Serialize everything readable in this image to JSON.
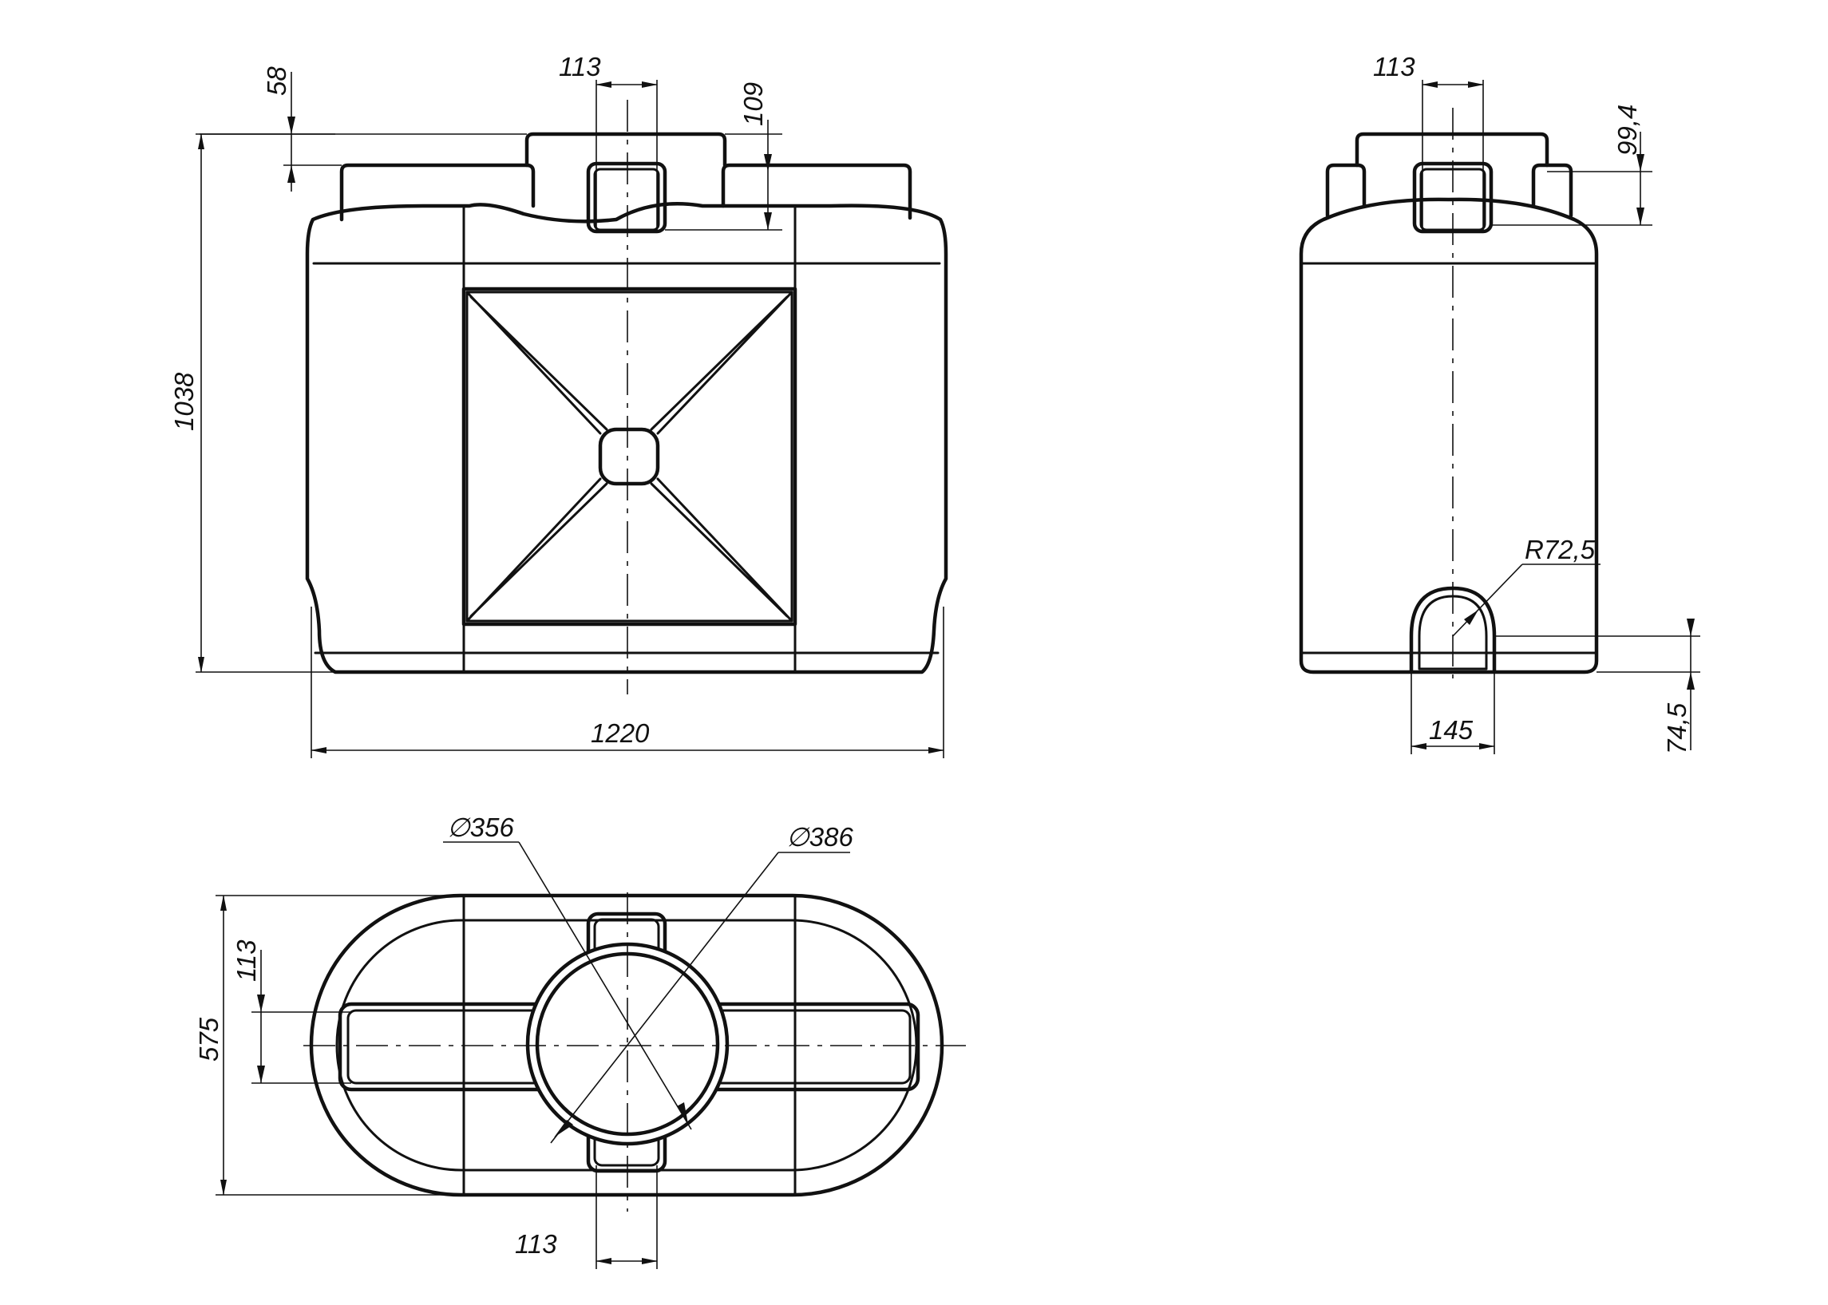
{
  "dimensions": {
    "front_top_width": "113",
    "front_step": "58",
    "front_neck_height": "109",
    "front_height": "1038",
    "front_width": "1220",
    "side_top_width": "113",
    "side_neck_height": "99,4",
    "side_radius": "R72,5",
    "side_outlet_width": "145",
    "side_outlet_height": "74,5",
    "top_inner_diameter": "∅356",
    "top_outer_diameter": "∅386",
    "top_depth": "575",
    "top_handle_width": "113",
    "top_bottom_width": "113"
  }
}
